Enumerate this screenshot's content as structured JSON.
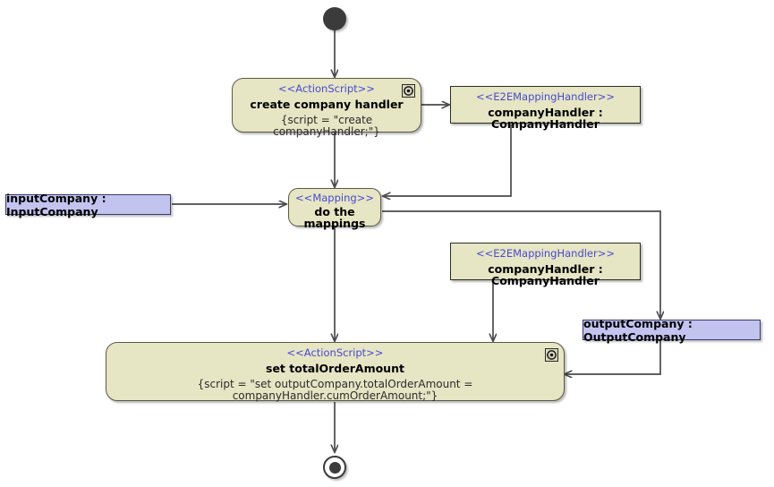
{
  "diagram": {
    "type": "uml-activity-diagram",
    "title": "",
    "colors": {
      "action_fill": "#e6e5c4",
      "pin_fill": "#c3c3f0",
      "stereotype_text": "#4a4ad0",
      "border": "#2d2d20",
      "edge": "#4a4a4a",
      "background": "#ffffff"
    }
  },
  "nodes": {
    "initial": {
      "name": "initial-node",
      "label": ""
    },
    "create_company_handler": {
      "stereotype": "<<ActionScript>>",
      "title": "create company handler",
      "script": "{script = \"create companyHandler;\"}",
      "badge": "gear-icon"
    },
    "handler_top": {
      "stereotype": "<<E2EMappingHandler>>",
      "title": "companyHandler : CompanyHandler"
    },
    "input_pin": {
      "label": "inputCompany : InputCompany"
    },
    "do_the_mappings": {
      "stereotype": "<<Mapping>>",
      "title": "do the mappings"
    },
    "handler_bottom": {
      "stereotype": "<<E2EMappingHandler>>",
      "title": "companyHandler : CompanyHandler"
    },
    "output_pin": {
      "label": "outputCompany : OutputCompany"
    },
    "set_total_order_amount": {
      "stereotype": "<<ActionScript>>",
      "title": "set totalOrderAmount",
      "script": "{script = \"set outputCompany.totalOrderAmount = companyHandler.cumOrderAmount;\"}",
      "badge": "gear-icon"
    },
    "final": {
      "name": "final-node",
      "label": ""
    }
  },
  "edges": [
    {
      "from": "initial",
      "to": "create_company_handler"
    },
    {
      "from": "create_company_handler",
      "to": "handler_top"
    },
    {
      "from": "handler_top",
      "to": "do_the_mappings"
    },
    {
      "from": "create_company_handler",
      "to": "do_the_mappings"
    },
    {
      "from": "input_pin",
      "to": "do_the_mappings"
    },
    {
      "from": "do_the_mappings",
      "to": "output_pin"
    },
    {
      "from": "do_the_mappings",
      "to": "set_total_order_amount"
    },
    {
      "from": "handler_bottom",
      "to": "set_total_order_amount"
    },
    {
      "from": "output_pin",
      "to": "set_total_order_amount"
    },
    {
      "from": "set_total_order_amount",
      "to": "final"
    }
  ]
}
